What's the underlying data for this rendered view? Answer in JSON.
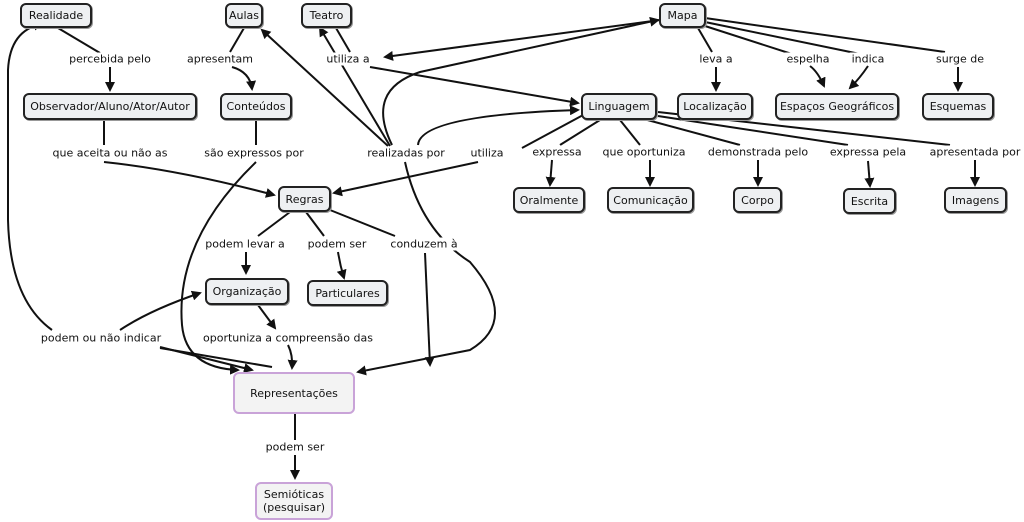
{
  "nodes": {
    "realidade": "Realidade",
    "aulas": "Aulas",
    "teatro": "Teatro",
    "mapa": "Mapa",
    "observador": "Observador/Aluno/Ator/Autor",
    "conteudos": "Conteúdos",
    "linguagem": "Linguagem",
    "localizacao": "Localização",
    "espacos": "Espaços Geográficos",
    "esquemas": "Esquemas",
    "regras": "Regras",
    "oralmente": "Oralmente",
    "comunicacao": "Comunicação",
    "corpo": "Corpo",
    "escrita": "Escrita",
    "imagens": "Imagens",
    "organizacao": "Organização",
    "particulares": "Particulares",
    "representacoes": "Representações",
    "semioticas": "Semióticas\n(pesquisar)"
  },
  "links": {
    "percebida_pelo": "percebida pelo",
    "apresentam": "apresentam",
    "utiliza_a": "utiliza a",
    "leva_a": "leva a",
    "espelha": "espelha",
    "indica": "indica",
    "surge_de": "surge de",
    "que_aceita": "que aceita ou não as",
    "sao_expressos": "são expressos por",
    "realizadas_por": "realizadas por",
    "utiliza": "utiliza",
    "expressa": "expressa",
    "que_oportuniza": "que oportuniza",
    "demonstrada_pelo": "demonstrada pelo",
    "expressa_pela": "expressa pela",
    "apresentada_por": "apresentada por",
    "podem_levar": "podem levar a",
    "podem_ser": "podem ser",
    "conduzem": "conduzem à",
    "podem_ou_nao": "podem ou não indicar",
    "oportuniza_compreensao": "oportuniza a compreensão das",
    "podem_ser_2": "podem ser"
  }
}
